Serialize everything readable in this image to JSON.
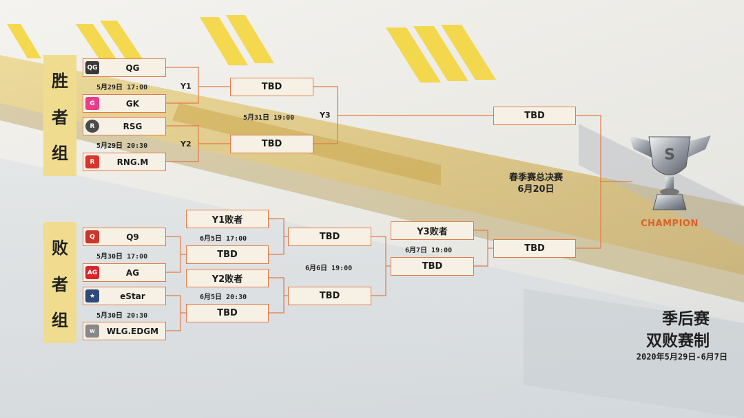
{
  "winners_group": {
    "chars": [
      "胜",
      "者",
      "组"
    ]
  },
  "losers_group": {
    "chars": [
      "败",
      "者",
      "组"
    ]
  },
  "winners": {
    "teams": [
      {
        "name": "QG",
        "logo_color": "#3a3a3a"
      },
      {
        "name": "GK",
        "logo_color": "#e83e8c"
      },
      {
        "name": "RSG",
        "logo_color": "#4a4a4a"
      },
      {
        "name": "RNG.M",
        "logo_color": "#d9342b"
      }
    ],
    "times": [
      "5月29日 17:00",
      "5月29日 20:30"
    ],
    "round_labels": [
      "Y1",
      "Y2",
      "Y3"
    ],
    "round2": [
      "TBD",
      "TBD"
    ],
    "round2_time": "5月31日 19:00",
    "final_slot": "TBD"
  },
  "losers": {
    "teams": [
      {
        "name": "Q9",
        "logo_color": "#c8362c"
      },
      {
        "name": "AG",
        "logo_color": "#d7262e"
      },
      {
        "name": "eStar",
        "logo_color": "#2e4a7a"
      },
      {
        "name": "WLG.EDGM",
        "logo_color": "#888888"
      }
    ],
    "times": [
      "5月30日 17:00",
      "5月30日 20:30"
    ],
    "r1": {
      "top_drop": "Y1败者",
      "top_tbd": "TBD",
      "top_time": "6月5日 17:00",
      "bot_drop": "Y2败者",
      "bot_tbd": "TBD",
      "bot_time": "6月5日 20:30"
    },
    "r2": {
      "top": "TBD",
      "bot": "TBD",
      "time": "6月6日 19:00"
    },
    "r3": {
      "drop": "Y3败者",
      "tbd": "TBD",
      "time": "6月7日 19:00"
    },
    "final_slot": "TBD"
  },
  "final": {
    "title": "春季赛总决赛",
    "date": "6月20日"
  },
  "champion": {
    "label": "CHAMPION"
  },
  "event": {
    "title": "季后赛",
    "format": "双败赛制",
    "dates": "2020年5月29日-6月7日"
  },
  "colors": {
    "line": "#e07a4a",
    "box_bg": "#f6f1e4",
    "group_bg": "#f0dc8e",
    "accent_gold": "#d7b233"
  }
}
